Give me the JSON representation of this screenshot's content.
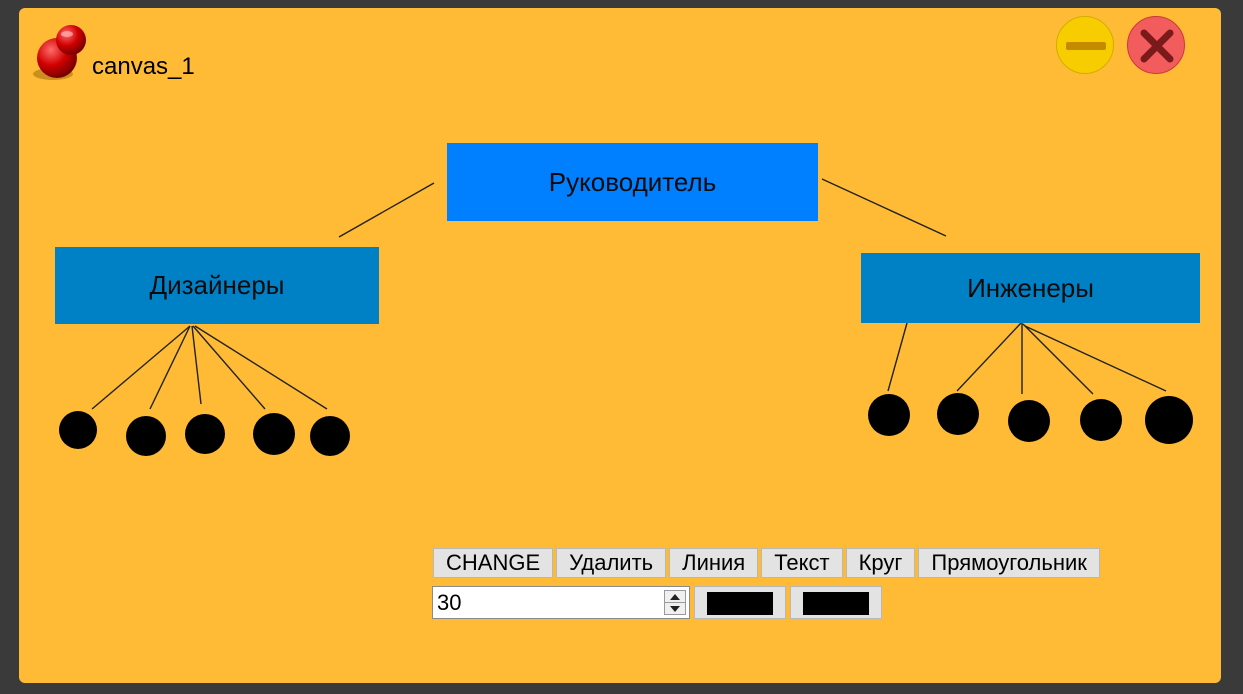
{
  "window": {
    "title": "canvas_1"
  },
  "icons": {
    "pin": "pushpin-icon",
    "minimize": "minimize-icon",
    "close": "close-icon"
  },
  "colors": {
    "background": "#FFBB35",
    "box_top": "#0080FF",
    "box_side": "#0081C6",
    "minimize_button": "#F7CD00",
    "close_button": "#F25C5C",
    "swatch_1": "#000000",
    "swatch_2": "#000000"
  },
  "diagram": {
    "top_box": "Руководитель",
    "left_box": "Дизайнеры",
    "right_box": "Инженеры"
  },
  "toolbar": {
    "buttons": [
      "CHANGE",
      "Удалить",
      "Линия",
      "Текст",
      "Круг",
      "Прямоугольник"
    ]
  },
  "size_input": {
    "value": "30"
  }
}
